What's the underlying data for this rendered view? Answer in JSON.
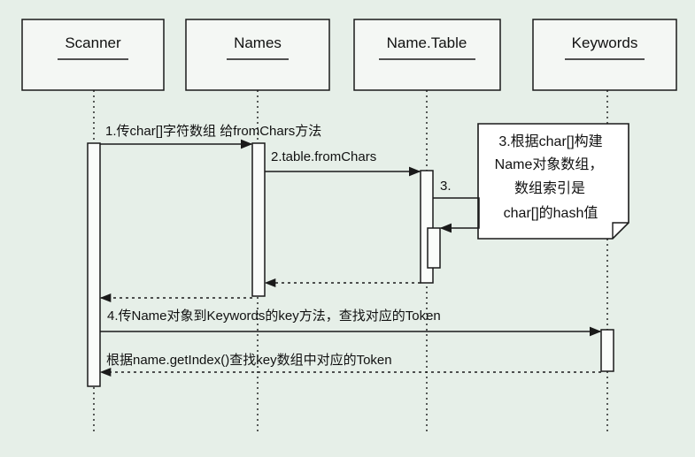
{
  "diagram": {
    "colors": {
      "background": "#e6efe8",
      "stroke": "#1a1a1a",
      "box_fill": "#f4f7f4",
      "note_fill": "#ffffff"
    },
    "participants": [
      {
        "id": "scanner",
        "label": "Scanner"
      },
      {
        "id": "names",
        "label": "Names"
      },
      {
        "id": "name_table",
        "label": "Name.Table"
      },
      {
        "id": "keywords",
        "label": "Keywords"
      }
    ],
    "messages": [
      {
        "id": "m1",
        "text": "1.传char[]字符数组 给fromChars方法"
      },
      {
        "id": "m2",
        "text": "2.table.fromChars"
      },
      {
        "id": "m3",
        "text": "3."
      },
      {
        "id": "m4",
        "text": "4.传Name对象到Keywords的key方法，查找对应的Token"
      },
      {
        "id": "m5",
        "text": "根据name.getIndex()查找key数组中对应的Token"
      }
    ],
    "note": {
      "lines": [
        "3.根据char[]构建",
        "Name对象数组，",
        "数组索引是",
        "char[]的hash值"
      ]
    }
  }
}
